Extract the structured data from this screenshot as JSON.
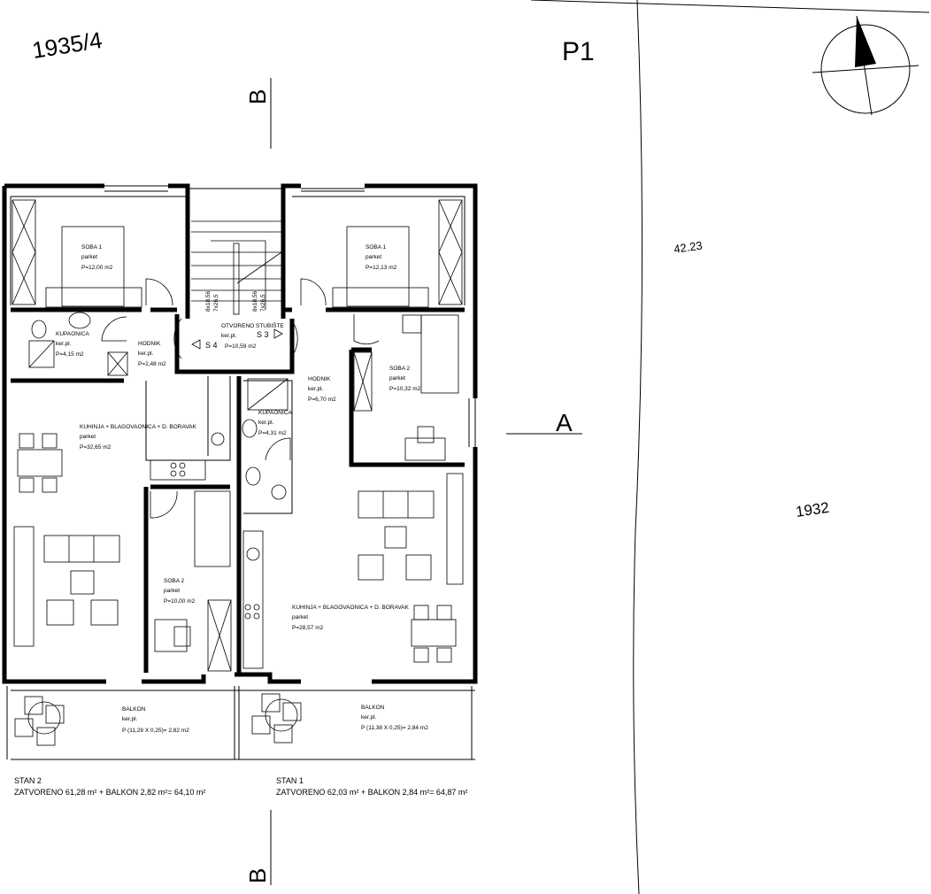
{
  "labels": {
    "parcel_left": "1935/4",
    "parcel_right": "1932",
    "plot": "P1",
    "elevation": "42.23",
    "section_b": "B",
    "section_a": "A"
  },
  "rooms": {
    "soba1_left": {
      "name": "SOBA 1",
      "floor": "parket",
      "area": "P=12,00 m2"
    },
    "soba1_right": {
      "name": "SOBA 1",
      "floor": "parket",
      "area": "P=12,13 m2"
    },
    "kupaonica_left": {
      "name": "KUPAONICA",
      "floor": "ker.pl.",
      "area": "P=4,15 m2"
    },
    "hodnik_left": {
      "name": "HODNIK",
      "floor": "ker.pl.",
      "area": "P=2,48 m2"
    },
    "stubiste": {
      "name": "OTVORENO STUBIŠTE",
      "floor": "ker.pl.",
      "area": "P=10,59 m2",
      "s4": "S 4",
      "s3": "S 3",
      "dim1": "8x18,56",
      "dim2": "7x26,5"
    },
    "hodnik_right": {
      "name": "HODNIK",
      "floor": "ker.pl.",
      "area": "P=6,70 m2"
    },
    "soba2_right": {
      "name": "SOBA 2",
      "floor": "parket",
      "area": "P=10,32 m2"
    },
    "kupaonica_right": {
      "name": "KUPAONICA",
      "floor": "ker.pl.",
      "area": "P=4,31 m2"
    },
    "kuhinja_left": {
      "name": "KUHINJA + BLAGOVAONICA + D. BORAVAK",
      "floor": "parket",
      "area": "P=32,65 m2"
    },
    "soba2_left": {
      "name": "SOBA 2",
      "floor": "parket",
      "area": "P=10,00 m2"
    },
    "kuhinja_right": {
      "name": "KUHINJA + BLAGOVAONICA + D. BORAVAK",
      "floor": "parket",
      "area": "P=28,57 m2"
    },
    "balkon_left": {
      "name": "BALKON",
      "floor": "ker.pl.",
      "area": "P (11,28 X 0,25)= 2,82 m2"
    },
    "balkon_right": {
      "name": "BALKON",
      "floor": "ker.pl.",
      "area": "P (11,38 X 0,25)= 2,84 m2"
    }
  },
  "summary": {
    "stan2": {
      "title": "STAN 2",
      "text": "ZATVORENO 61,28 m² + BALKON 2,82 m²=   64,10 m²"
    },
    "stan1": {
      "title": "STAN 1",
      "text": "ZATVORENO 62,03 m² + BALKON 2,84 m²=   64,87 m²"
    }
  },
  "icons": [
    "north-arrow-icon"
  ]
}
